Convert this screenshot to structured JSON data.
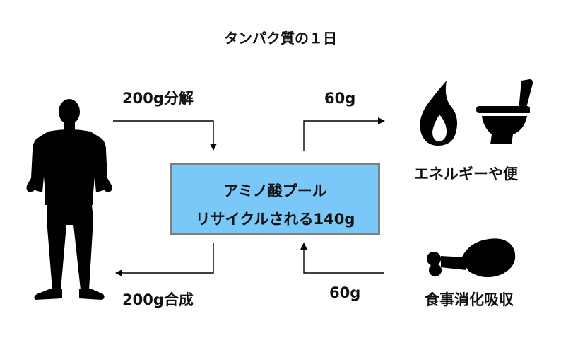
{
  "title": "タンパク質の１日",
  "pool": {
    "line1": "アミノ酸プール",
    "line2": "リサイクルされる140g"
  },
  "flows": {
    "breakdown": "200g分解",
    "synthesis": "200g合成",
    "out_amount": "60g",
    "in_amount": "60g"
  },
  "sinks": {
    "energy_label": "エネルギーや便"
  },
  "sources": {
    "food_label": "食事消化吸収"
  },
  "icons": {
    "person": "person-silhouette-icon",
    "flame": "flame-icon",
    "toilet": "toilet-icon",
    "meat": "drumstick-icon"
  },
  "colors": {
    "pool_fill": "#79c8f7",
    "pool_border": "#7f7f7f",
    "icon": "#000000"
  }
}
